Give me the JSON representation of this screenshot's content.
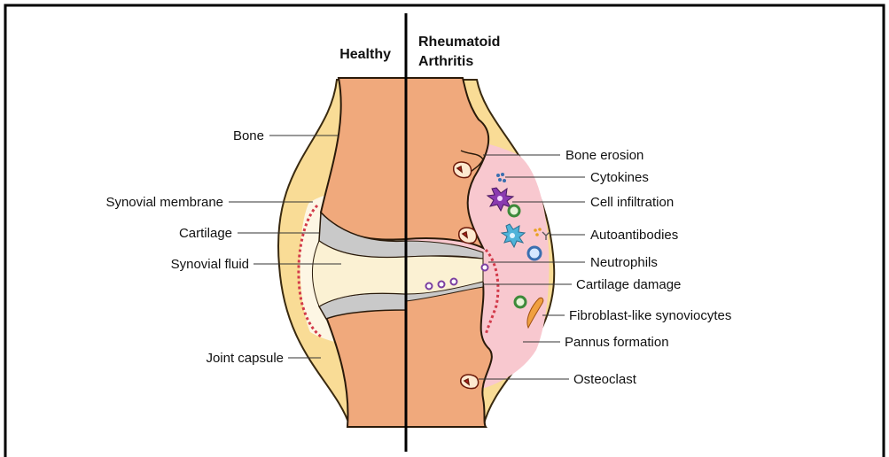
{
  "headers": {
    "healthy": "Healthy",
    "ra_line1": "Rheumatoid",
    "ra_line2": "Arthritis"
  },
  "labels_left": {
    "bone": "Bone",
    "synovial_membrane": "Synovial membrane",
    "cartilage": "Cartilage",
    "synovial_fluid": "Synovial fluid",
    "joint_capsule": "Joint capsule"
  },
  "labels_right": {
    "bone_erosion": "Bone erosion",
    "cytokines": "Cytokines",
    "cell_infiltration": "Cell infiltration",
    "autoantibodies": "Autoantibodies",
    "neutrophils": "Neutrophils",
    "cartilage_damage": "Cartilage damage",
    "fibroblast_like_synoviocytes": "Fibroblast-like synoviocytes",
    "pannus_formation": "Pannus formation",
    "osteoclast": "Osteoclast"
  },
  "colors": {
    "bone": "#f0a97c",
    "capsule": "#f9dc96",
    "capsule_outline": "#3a2a10",
    "cartilage": "#c9c9c9",
    "synovial_fluid": "#fbf1d3",
    "inflamed_tissue": "#f8c8cf",
    "membrane": "#d23a4a",
    "divider": "#000000"
  }
}
